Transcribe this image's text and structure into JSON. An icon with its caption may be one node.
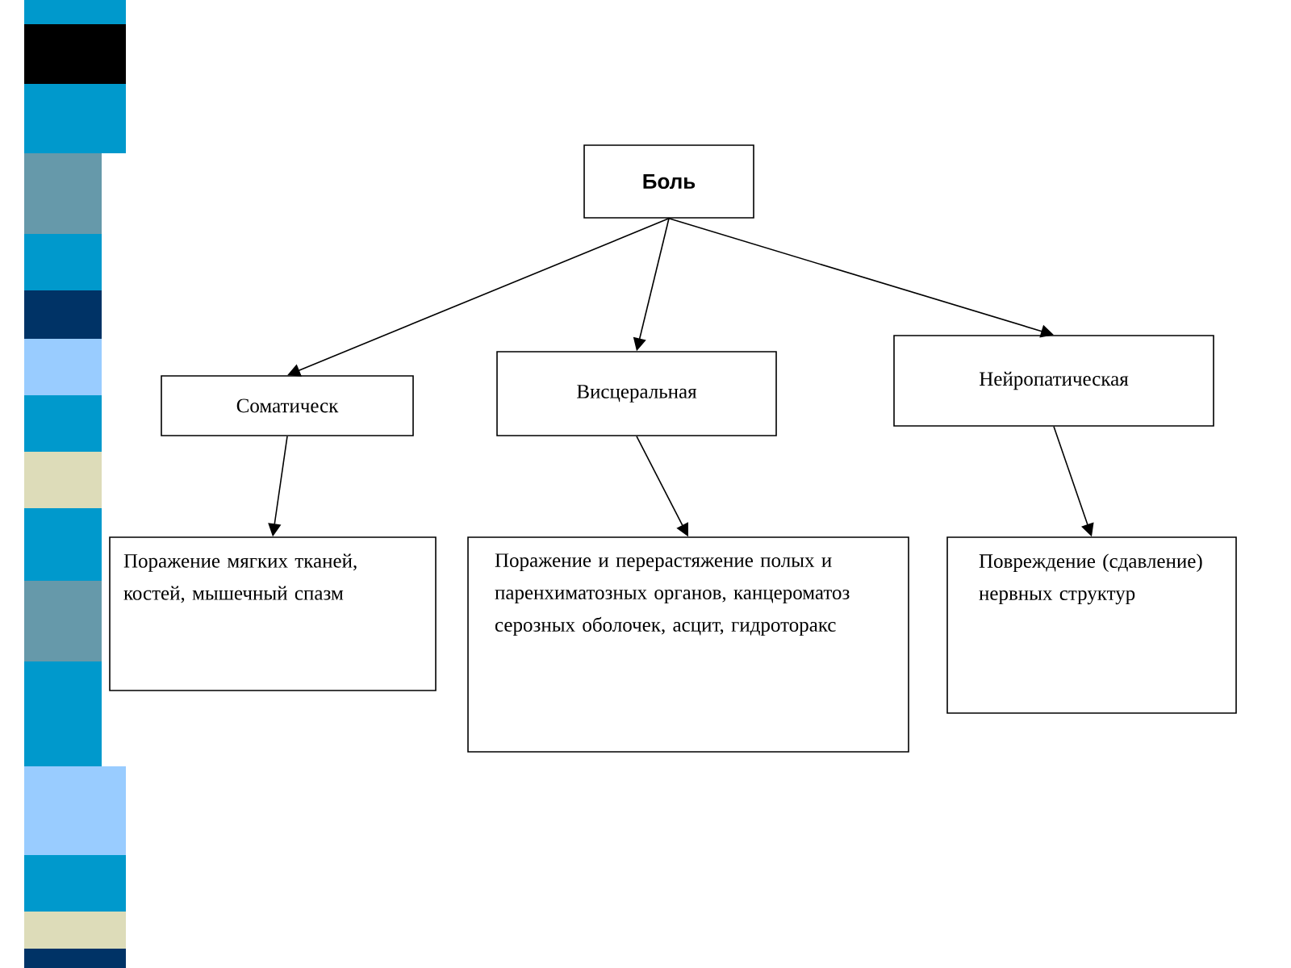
{
  "diagram": {
    "nodes": [
      {
        "text": [
          "Боль"
        ]
      },
      {
        "text": [
          "Соматическ"
        ]
      },
      {
        "text": [
          "Висцеральная"
        ]
      },
      {
        "text": [
          "Нейропатическая"
        ]
      },
      {
        "text": [
          "Поражение мягких тканей, костей, мышечный спазм"
        ]
      },
      {
        "text": [
          "Поражение и перерастяжение полых и паренхиматозных органов, канцероматоз серозных оболочек, асцит, гидроторакс"
        ]
      },
      {
        "text": [
          "Повреждение (сдавление) нервных структур"
        ]
      }
    ],
    "edges": [
      {
        "from": 0,
        "to": 1,
        "arrow": "to"
      },
      {
        "from": 0,
        "to": 2,
        "arrow": "to"
      },
      {
        "from": 0,
        "to": 3,
        "arrow": "to"
      },
      {
        "from": 1,
        "to": 4,
        "arrow": "to"
      },
      {
        "from": 2,
        "to": 5,
        "arrow": "to"
      },
      {
        "from": 3,
        "to": 6,
        "arrow": "to"
      }
    ]
  }
}
